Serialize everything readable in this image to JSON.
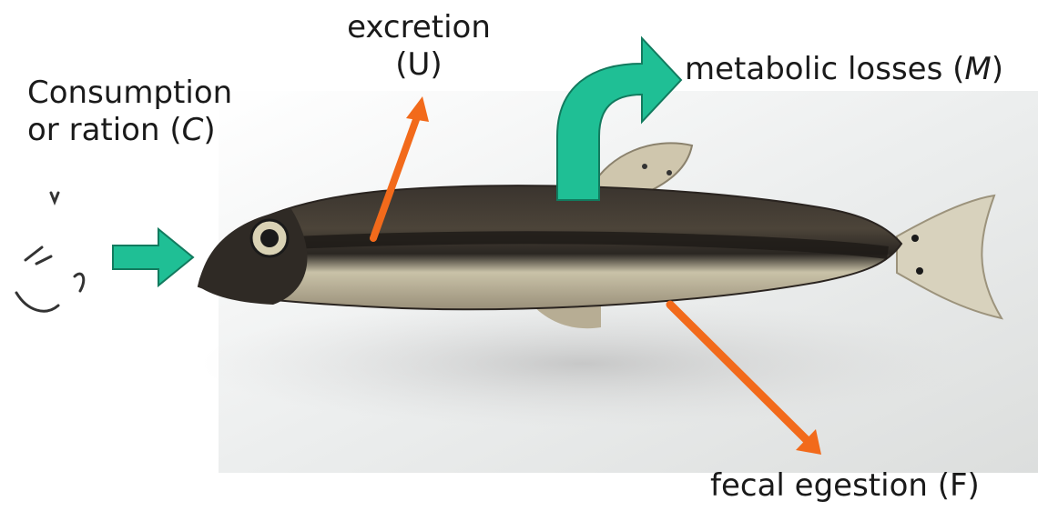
{
  "labels": {
    "consumption": {
      "line1": "Consumption",
      "line2_text": "or ration (",
      "line2_symbol": "C",
      "line2_close": ")"
    },
    "excretion": {
      "line1": "excretion",
      "line2": "(U)"
    },
    "metabolic": {
      "text": "metabolic losses (",
      "symbol": "M",
      "close": ")"
    },
    "fecal": {
      "text": "fecal egestion (F)"
    }
  },
  "colors": {
    "consumption_arrow": "#1fbf95",
    "metabolic_arrow": "#1fbf95",
    "excretion_arrow": "#f26a1b",
    "fecal_arrow": "#f26a1b",
    "background": "#ffffff",
    "fish_back": "#3a342e",
    "fish_belly": "#c7c0a5"
  },
  "icons": [
    "fish-photo",
    "food-particles"
  ]
}
